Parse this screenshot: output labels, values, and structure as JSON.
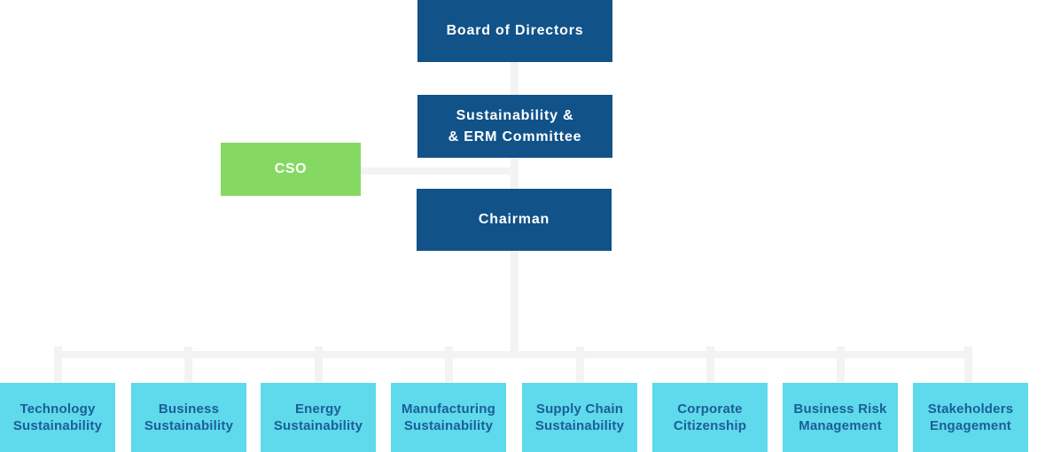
{
  "diagram": {
    "type": "org-chart",
    "nodes": {
      "board": {
        "label": "Board of Directors"
      },
      "committee": {
        "label": "Sustainability &\n& ERM Committee"
      },
      "cso": {
        "label": "CSO"
      },
      "chairman": {
        "label": "Chairman"
      }
    },
    "departments": [
      {
        "label": "Technology\nSustainability"
      },
      {
        "label": "Business\nSustainability"
      },
      {
        "label": "Energy\nSustainability"
      },
      {
        "label": "Manufacturing\nSustainability"
      },
      {
        "label": "Supply Chain\nSustainability"
      },
      {
        "label": "Corporate\nCitizenship"
      },
      {
        "label": "Business Risk\nManagement"
      },
      {
        "label": "Stakeholders\nEngagement"
      }
    ],
    "colors": {
      "primary_blue": "#115289",
      "accent_green": "#85D962",
      "accent_cyan": "#5FD9EC",
      "connector_gray": "#F3F3F3",
      "department_text_blue": "#1A5F96",
      "node_text_white": "#FFFFFF"
    }
  }
}
